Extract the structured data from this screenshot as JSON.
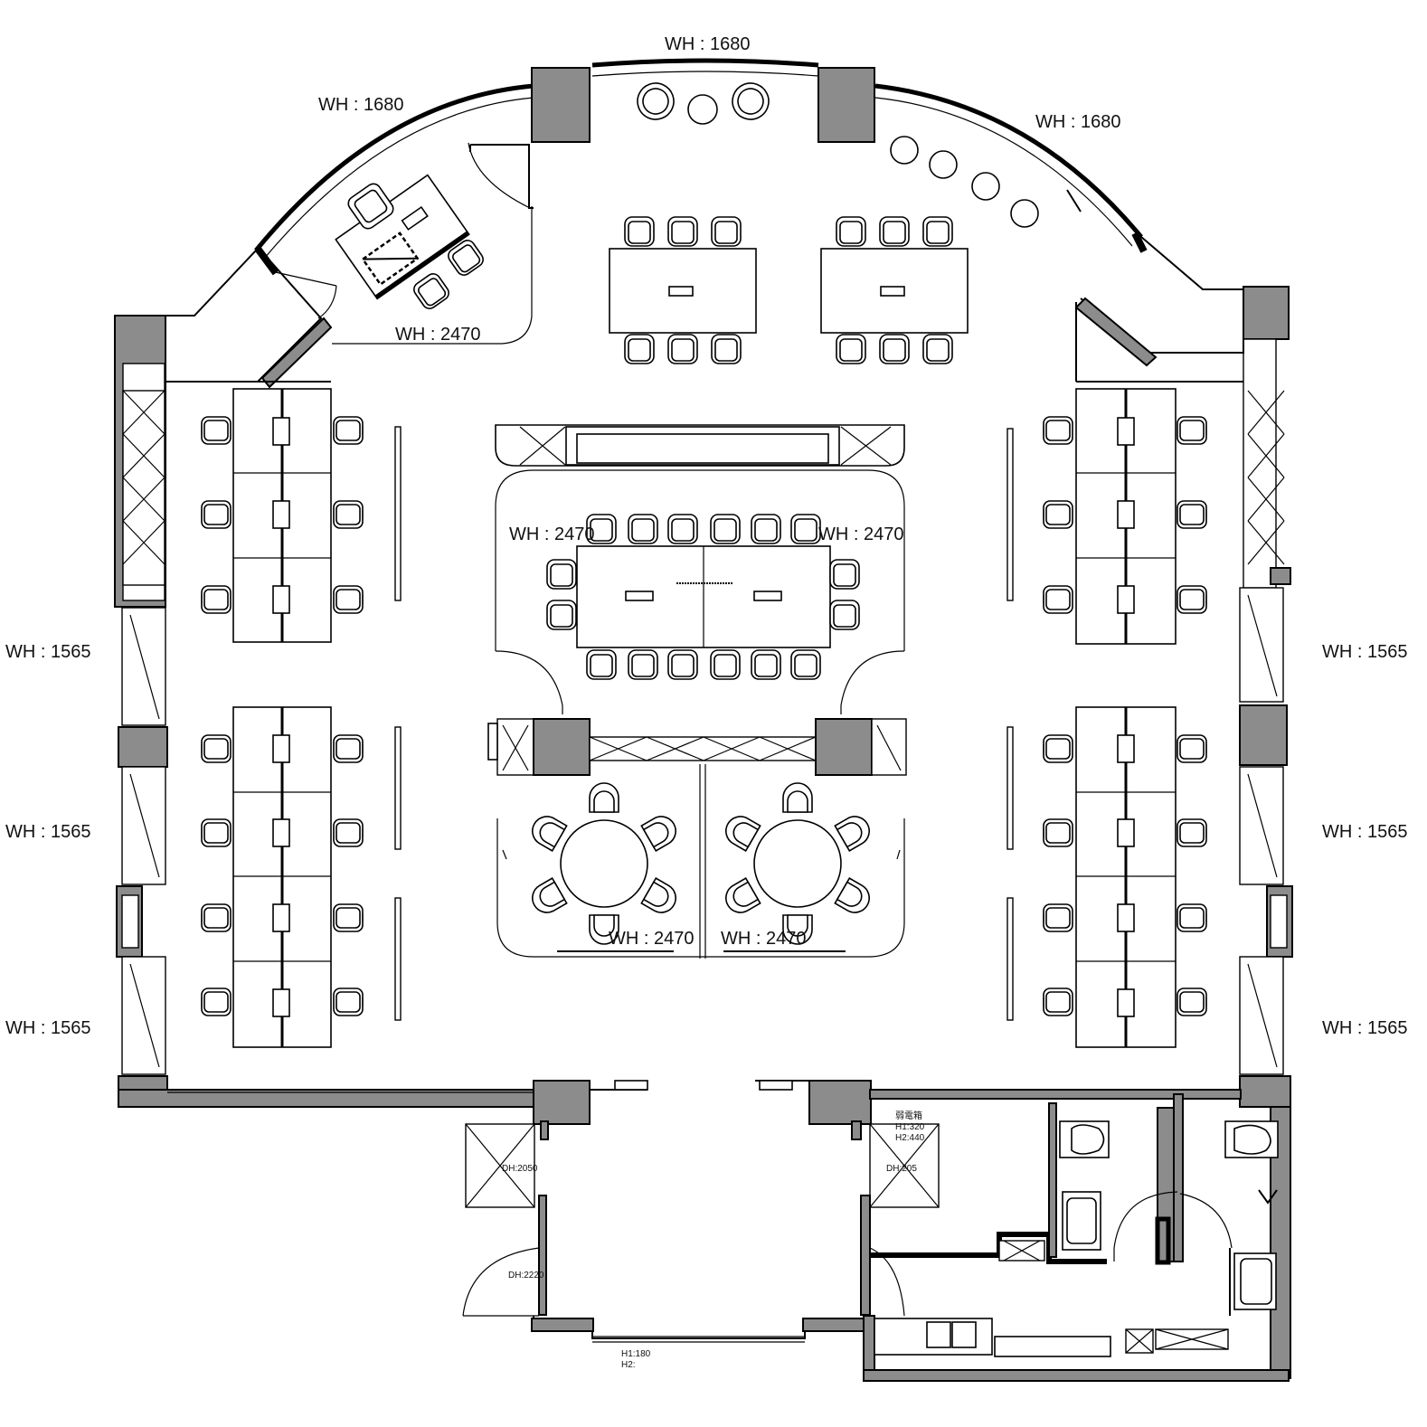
{
  "labels": {
    "wh_1680_left": "WH : 1680",
    "wh_1680_top": "WH : 1680",
    "wh_1680_right": "WH : 1680",
    "wh_2470_office": "WH : 2470",
    "wh_2470_meeting_left": "WH : 2470",
    "wh_2470_meeting_right": "WH : 2470",
    "wh_2470_round_left": "WH : 2470",
    "wh_2470_round_right": "WH : 2470",
    "wh_1565_left_1": "WH : 1565",
    "wh_1565_left_2": "WH : 1565",
    "wh_1565_left_3": "WH : 1565",
    "wh_1565_right_1": "WH : 1565",
    "wh_1565_right_2": "WH : 1565",
    "wh_1565_right_3": "WH : 1565",
    "dh_2050_left": "DH:2050",
    "dh_2050_right": "DH:205",
    "dh_2220": "DH:2220",
    "h1_180": "H1:180",
    "h2_blank": "H2:",
    "elec_box": "弱電箱",
    "h1_320": "H1:320",
    "h2_440": "H2:440"
  },
  "colors": {
    "wall_fill": "#8c8c8c",
    "line": "#000000",
    "background": "#ffffff"
  }
}
